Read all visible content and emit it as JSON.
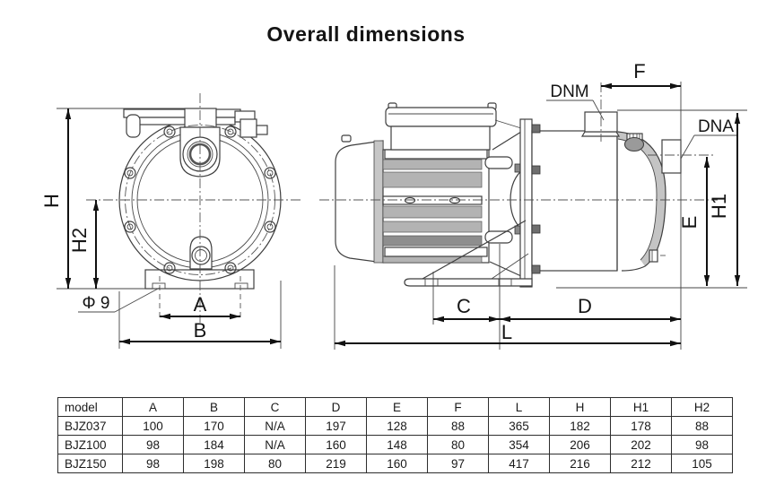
{
  "title": "Overall dimensions",
  "labels": {
    "h": "H",
    "h2": "H2",
    "phi": "Φ 9",
    "a": "A",
    "b": "B",
    "c": "C",
    "d": "D",
    "l": "L",
    "f": "F",
    "e": "E",
    "h1": "H1",
    "dnm": "DNM",
    "dna": "DNA"
  },
  "table": {
    "headers": [
      "model",
      "A",
      "B",
      "C",
      "D",
      "E",
      "F",
      "L",
      "H",
      "H1",
      "H2"
    ],
    "rows": [
      [
        "BJZ037",
        "100",
        "170",
        "N/A",
        "197",
        "128",
        "88",
        "365",
        "182",
        "178",
        "88"
      ],
      [
        "BJZ100",
        "98",
        "184",
        "N/A",
        "160",
        "148",
        "80",
        "354",
        "206",
        "202",
        "98"
      ],
      [
        "BJZ150",
        "98",
        "198",
        "80",
        "219",
        "160",
        "97",
        "417",
        "216",
        "212",
        "105"
      ]
    ]
  }
}
